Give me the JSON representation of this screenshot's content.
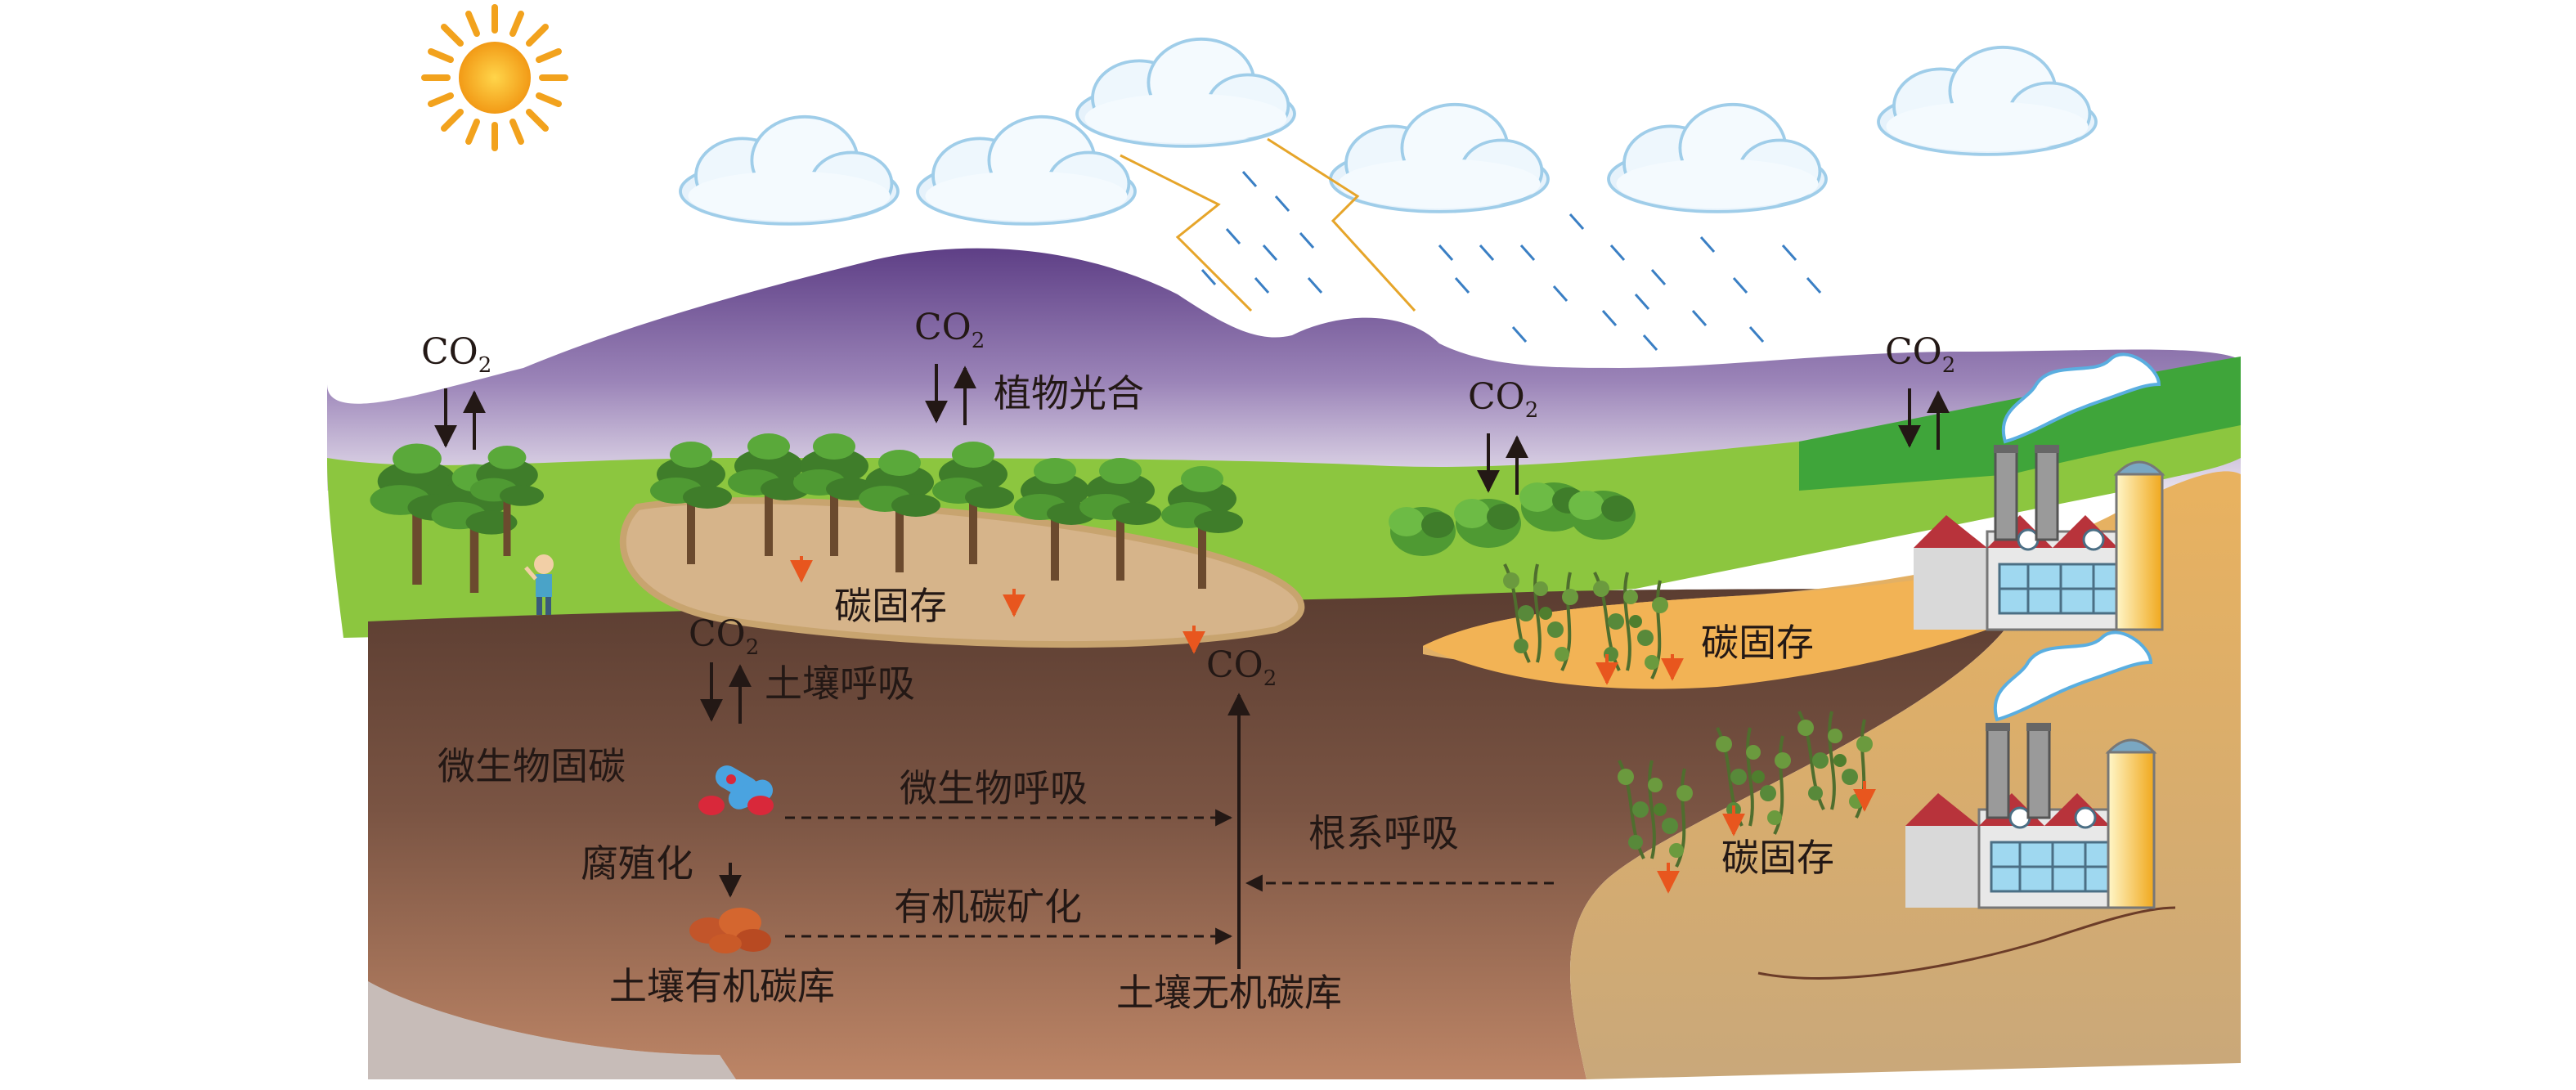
{
  "labels": {
    "co2": "CO",
    "co2_sub": "2",
    "photosynthesis": "植物光合",
    "carbon_storage": "碳固存",
    "soil_respiration": "土壤呼吸",
    "microbial_fixation": "微生物固碳",
    "microbial_respiration": "微生物呼吸",
    "humification": "腐殖化",
    "organic_mineralization": "有机碳矿化",
    "root_respiration": "根系呼吸",
    "soil_organic_pool": "土壤有机碳库",
    "soil_inorganic_pool": "土壤无机碳库"
  },
  "icons": [
    "sun-icon",
    "cloud-icon",
    "lightning-icon",
    "rain-icon",
    "tree-icon",
    "shrub-icon",
    "factory-icon",
    "person-icon",
    "microbe-icon",
    "humus-icon"
  ],
  "colors": {
    "sky_mountain": "#8e6aa8",
    "grass": "#8cc63f",
    "soil_dark": "#6b4a3a",
    "soil_red": "#b07a5a",
    "sand": "#e6b569",
    "arrow_orange": "#e8561e",
    "text": "#231815"
  }
}
